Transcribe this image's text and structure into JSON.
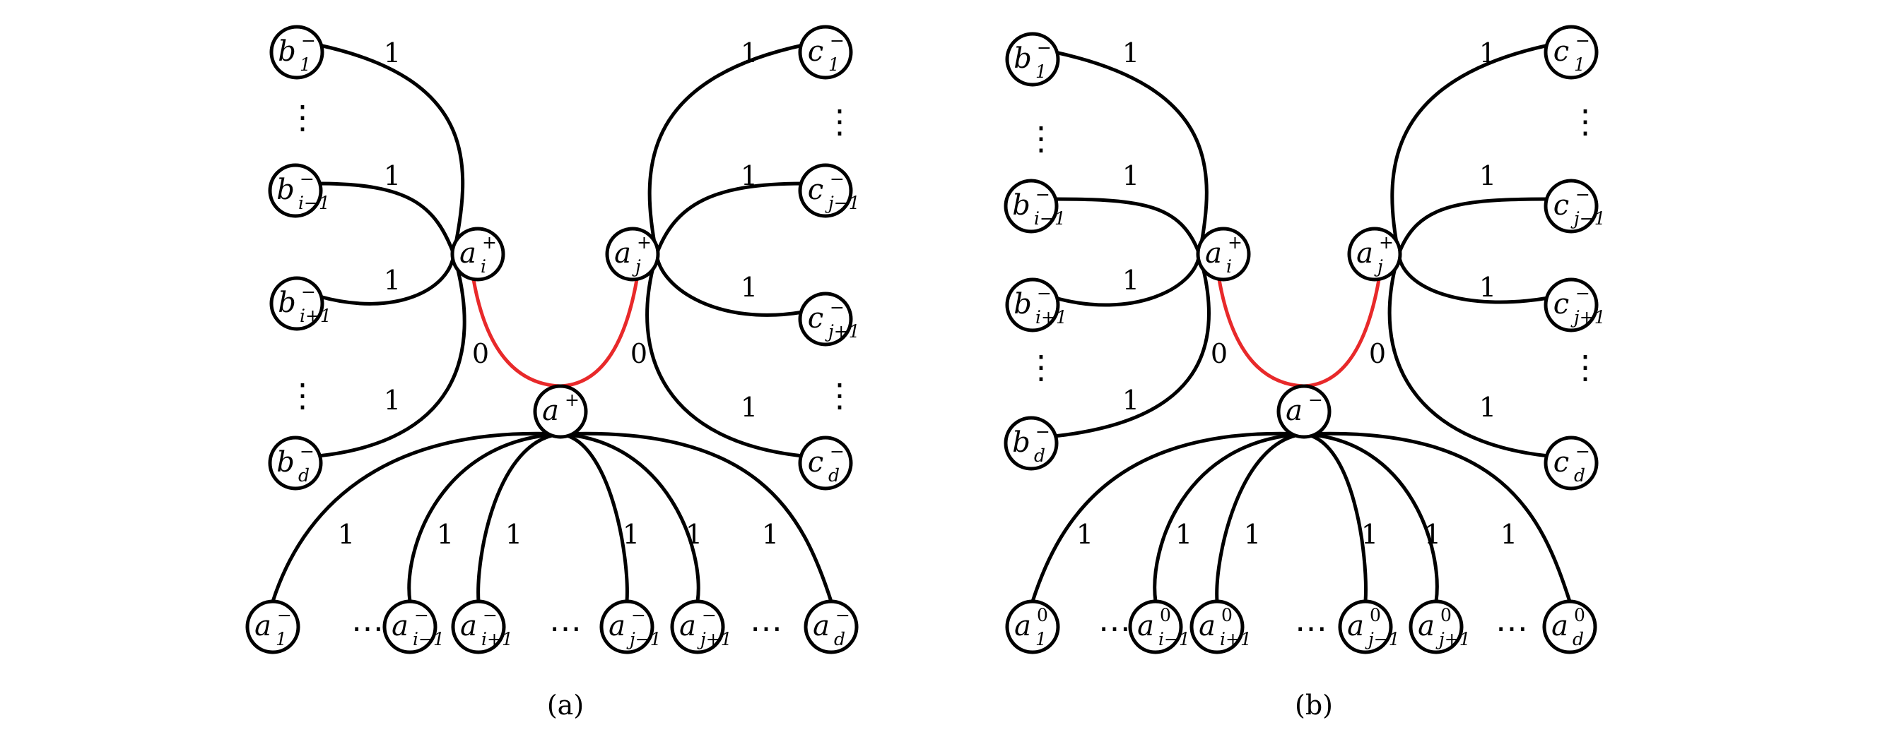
{
  "panels": [
    {
      "id": "a",
      "caption": "(a)",
      "center": {
        "base": "a",
        "sup": "+"
      },
      "left_hubs": [
        {
          "base": "a",
          "sup": "+",
          "sub": "i"
        },
        {
          "base": "a",
          "sup": "+",
          "sub": "j"
        }
      ],
      "b_nodes": [
        {
          "base": "b",
          "sup": "−",
          "sub": "1"
        },
        {
          "base": "b",
          "sup": "−",
          "sub": "i−1"
        },
        {
          "base": "b",
          "sup": "−",
          "sub": "i+1"
        },
        {
          "base": "b",
          "sup": "−",
          "sub": "d"
        }
      ],
      "c_nodes": [
        {
          "base": "c",
          "sup": "−",
          "sub": "1"
        },
        {
          "base": "c",
          "sup": "−",
          "sub": "j−1"
        },
        {
          "base": "c",
          "sup": "−",
          "sub": "j+1"
        },
        {
          "base": "c",
          "sup": "−",
          "sub": "d"
        }
      ],
      "bottom_nodes": [
        {
          "base": "a",
          "sup": "−",
          "sub": "1"
        },
        {
          "base": "a",
          "sup": "−",
          "sub": "i−1"
        },
        {
          "base": "a",
          "sup": "−",
          "sub": "i+1"
        },
        {
          "base": "a",
          "sup": "−",
          "sub": "j−1"
        },
        {
          "base": "a",
          "sup": "−",
          "sub": "j+1"
        },
        {
          "base": "a",
          "sup": "−",
          "sub": "d"
        }
      ],
      "b_weights": [
        "1",
        "1",
        "1",
        "1"
      ],
      "c_weights": [
        "1",
        "1",
        "1",
        "1"
      ],
      "bottom_weights": [
        "1",
        "1",
        "1",
        "1",
        "1",
        "1"
      ],
      "red_weights": [
        "0",
        "0"
      ]
    },
    {
      "id": "b",
      "caption": "(b)",
      "center": {
        "base": "a",
        "sup": "−"
      },
      "left_hubs": [
        {
          "base": "a",
          "sup": "+",
          "sub": "i"
        },
        {
          "base": "a",
          "sup": "+",
          "sub": "j"
        }
      ],
      "b_nodes": [
        {
          "base": "b",
          "sup": "−",
          "sub": "1"
        },
        {
          "base": "b",
          "sup": "−",
          "sub": "i−1"
        },
        {
          "base": "b",
          "sup": "−",
          "sub": "i+1"
        },
        {
          "base": "b",
          "sup": "−",
          "sub": "d"
        }
      ],
      "c_nodes": [
        {
          "base": "c",
          "sup": "−",
          "sub": "1"
        },
        {
          "base": "c",
          "sup": "−",
          "sub": "j−1"
        },
        {
          "base": "c",
          "sup": "−",
          "sub": "j+1"
        },
        {
          "base": "c",
          "sup": "−",
          "sub": "d"
        }
      ],
      "bottom_nodes": [
        {
          "base": "a",
          "sup": "0",
          "sub": "1"
        },
        {
          "base": "a",
          "sup": "0",
          "sub": "i−1"
        },
        {
          "base": "a",
          "sup": "0",
          "sub": "i+1"
        },
        {
          "base": "a",
          "sup": "0",
          "sub": "j−1"
        },
        {
          "base": "a",
          "sup": "0",
          "sub": "j+1"
        },
        {
          "base": "a",
          "sup": "0",
          "sub": "d"
        }
      ],
      "b_weights": [
        "1",
        "1",
        "1",
        "1"
      ],
      "c_weights": [
        "1",
        "1",
        "1",
        "1"
      ],
      "bottom_weights": [
        "1",
        "1",
        "1",
        "1",
        "1",
        "1"
      ],
      "red_weights": [
        "0",
        "0"
      ]
    }
  ],
  "ellipsis": "⋮",
  "hellip": "⋯"
}
